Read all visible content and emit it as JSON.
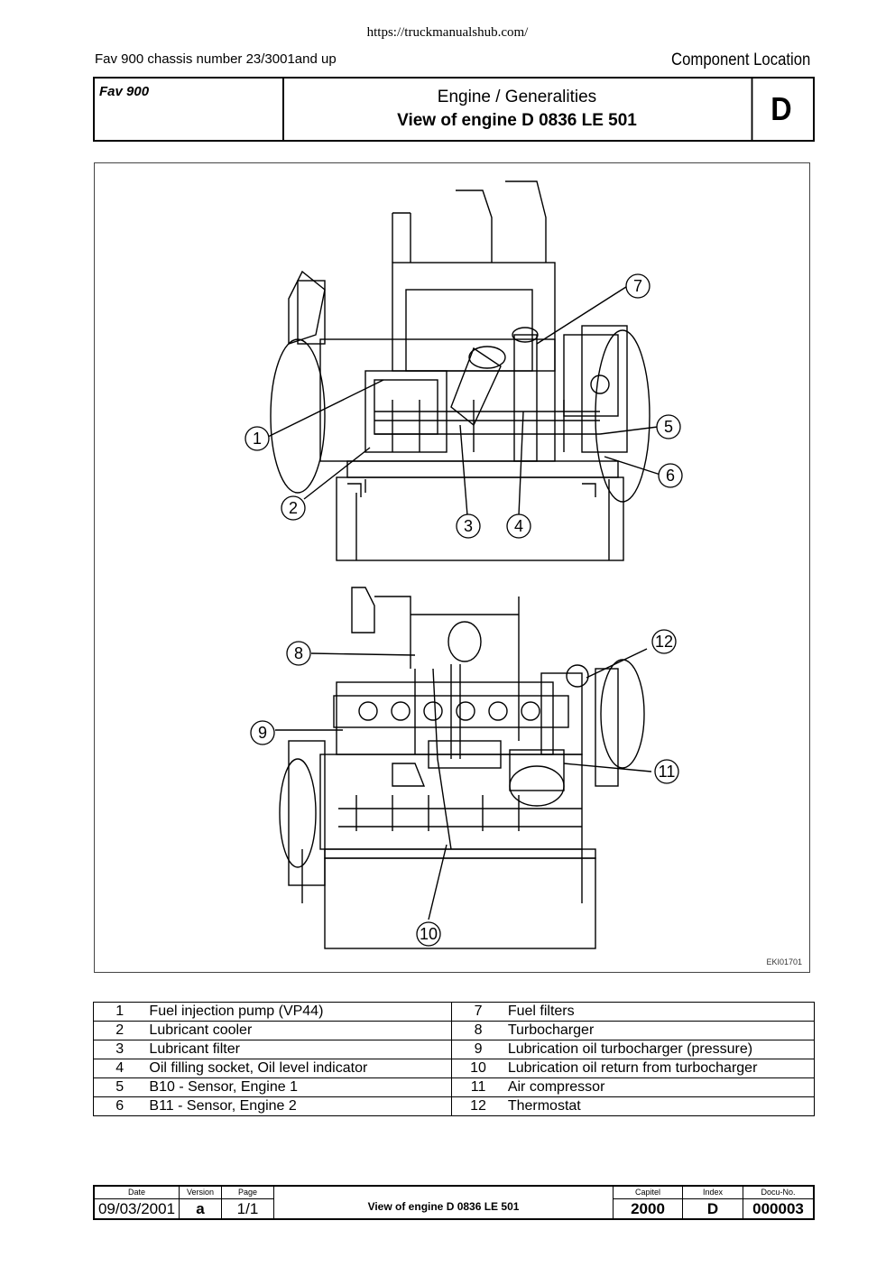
{
  "source_url": "https://truckmanualshub.com/",
  "chassis_note": "Fav 900 chassis number 23/3001and up",
  "section": "Component Location",
  "header": {
    "model": "Fav 900",
    "group": "Engine / Generalities",
    "title": "View of engine D 0836 LE 501",
    "index_letter": "D"
  },
  "figure": {
    "code": "EKI01701",
    "callouts": [
      "1",
      "2",
      "3",
      "4",
      "5",
      "6",
      "7",
      "8",
      "9",
      "10",
      "11",
      "12"
    ]
  },
  "legend": [
    {
      "n1": "1",
      "d1": "Fuel injection pump (VP44)",
      "n2": "7",
      "d2": "Fuel filters"
    },
    {
      "n1": "2",
      "d1": "Lubricant cooler",
      "n2": "8",
      "d2": "Turbocharger"
    },
    {
      "n1": "3",
      "d1": "Lubricant filter",
      "n2": "9",
      "d2": "Lubrication oil turbocharger (pressure)"
    },
    {
      "n1": "4",
      "d1": "Oil filling socket, Oil level indicator",
      "n2": "10",
      "d2": "Lubrication oil return from turbocharger"
    },
    {
      "n1": "5",
      "d1": "B10 - Sensor, Engine 1",
      "n2": "11",
      "d2": "Air compressor"
    },
    {
      "n1": "6",
      "d1": "B11 - Sensor, Engine 2",
      "n2": "12",
      "d2": "Thermostat"
    }
  ],
  "footer": {
    "labels": {
      "date": "Date",
      "version": "Version",
      "page": "Page",
      "capitel": "Capitel",
      "index": "Index",
      "docu": "Docu-No."
    },
    "date": "09/03/2001",
    "version": "a",
    "page": "1/1",
    "title": "View of engine D 0836 LE 501",
    "capitel": "2000",
    "index": "D",
    "docu": "000003"
  }
}
